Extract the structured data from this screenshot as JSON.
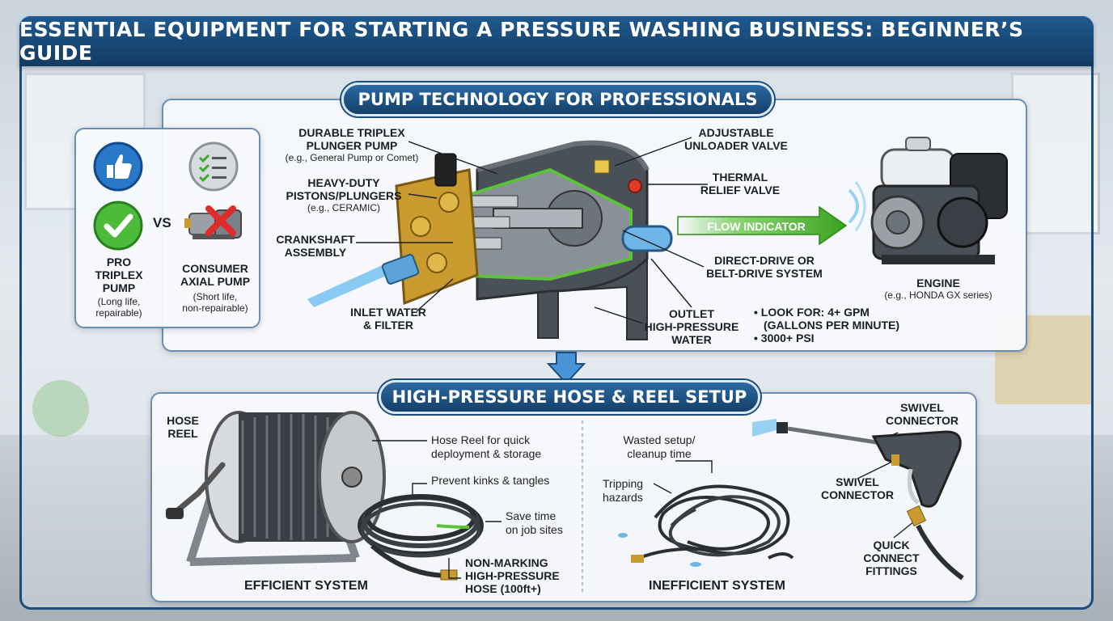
{
  "title": "ESSENTIAL EQUIPMENT FOR STARTING A PRESSURE WASHING BUSINESS: BEGINNER’S GUIDE",
  "pump_section": {
    "heading": "PUMP TECHNOLOGY FOR PROFESSIONALS",
    "comparison": {
      "pro": {
        "title_1": "PRO",
        "title_2": "TRIPLEX",
        "title_3": "PUMP",
        "note_1": "(Long life,",
        "note_2": "repairable)"
      },
      "vs": "VS",
      "consumer": {
        "title_1": "CONSUMER",
        "title_2": "AXIAL PUMP",
        "note_1": "(Short life,",
        "note_2": "non-repairable)"
      }
    },
    "labels": {
      "triplex_1": "DURABLE TRIPLEX",
      "triplex_2": "PLUNGER PUMP",
      "triplex_note": "(e.g., General Pump or Comet)",
      "pistons_1": "HEAVY-DUTY",
      "pistons_2": "PISTONS/PLUNGERS",
      "pistons_note": "(e.g., CERAMIC)",
      "crank_1": "CRANKSHAFT",
      "crank_2": "ASSEMBLY",
      "inlet_1": "INLET WATER",
      "inlet_2": "& FILTER",
      "unloader_1": "ADJUSTABLE",
      "unloader_2": "UNLOADER VALVE",
      "thermal_1": "THERMAL",
      "thermal_2": "RELIEF VALVE",
      "flow": "FLOW INDICATOR",
      "drive_1": "DIRECT-DRIVE OR",
      "drive_2": "BELT-DRIVE SYSTEM",
      "outlet_1": "OUTLET",
      "outlet_2": "HIGH-PRESSURE",
      "outlet_3": "WATER",
      "engine": "ENGINE",
      "engine_note": "(e.g., HONDA GX series)"
    },
    "specs": {
      "line_1": "• LOOK FOR: 4+ GPM",
      "line_2": "(GALLONS PER MINUTE)",
      "line_3": "• 3000+ PSI"
    }
  },
  "hose_section": {
    "heading": "HIGH-PRESSURE HOSE & REEL SETUP",
    "efficient": {
      "reel_1": "HOSE",
      "reel_2": "REEL",
      "deploy_1": "Hose Reel for quick",
      "deploy_2": "deployment & storage",
      "kinks": "Prevent kinks & tangles",
      "save_1": "Save time",
      "save_2": "on job sites",
      "hose_1": "NON-MARKING",
      "hose_2": "HIGH-PRESSURE",
      "hose_3": "HOSE (100ft+)",
      "caption": "EFFICIENT SYSTEM"
    },
    "inefficient": {
      "wasted_1": "Wasted setup/",
      "wasted_2": "cleanup time",
      "trip_1": "Tripping",
      "trip_2": "hazards",
      "caption": "INEFFICIENT SYSTEM"
    },
    "gun": {
      "swivel_top_1": "SWIVEL",
      "swivel_top_2": "CONNECTOR",
      "swivel_mid_1": "SWIVEL",
      "swivel_mid_2": "CONNECTOR",
      "quick_1": "QUICK",
      "quick_2": "CONNECT",
      "quick_3": "FITTINGS"
    }
  },
  "colors": {
    "navy": "#153f68",
    "brass": "#c99a2e",
    "green_accent": "#5cc23a",
    "pump_gray": "#4a5058"
  },
  "icons": [
    "thumbs-up-icon",
    "checkmark-icon",
    "checklist-icon",
    "cross-icon"
  ]
}
